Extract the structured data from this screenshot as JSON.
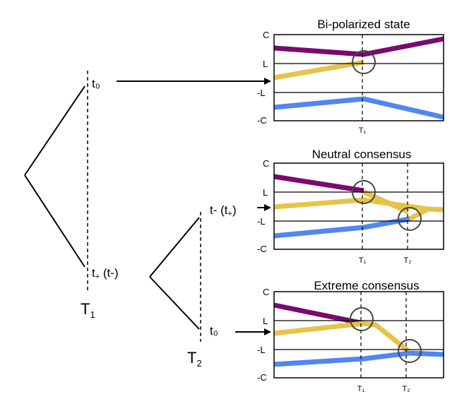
{
  "colors": {
    "purple": "#7a0a6e",
    "yellow": "#e6c34a",
    "blue": "#5087f0",
    "axis": "#000000",
    "circle": "#444444"
  },
  "tree": {
    "t1_label": "T",
    "t1_sub": "1",
    "t2_label": "T",
    "t2_sub": "2",
    "node_upper": "t₀",
    "node_lower_t": "t",
    "node_lower_plus": "+",
    "node_lower_rest": " (t-)",
    "node_mid_a": "t- (t",
    "node_mid_plus": "+",
    "node_mid_close": ")",
    "node_bottom": "t₀"
  },
  "panels": [
    {
      "title": "Bi-polarized state",
      "y_ticks": [
        "C",
        "L",
        "-L",
        "-C"
      ],
      "x_ticks": [
        "T₁"
      ]
    },
    {
      "title": "Neutral consensus",
      "y_ticks": [
        "C",
        "L",
        "-L",
        "-C"
      ],
      "x_ticks": [
        "T₁",
        "T₂"
      ]
    },
    {
      "title": "Extreme consensus",
      "y_ticks": [
        "C",
        "L",
        "-L",
        "-C"
      ],
      "x_ticks": [
        "T₁",
        "T₂"
      ]
    }
  ]
}
